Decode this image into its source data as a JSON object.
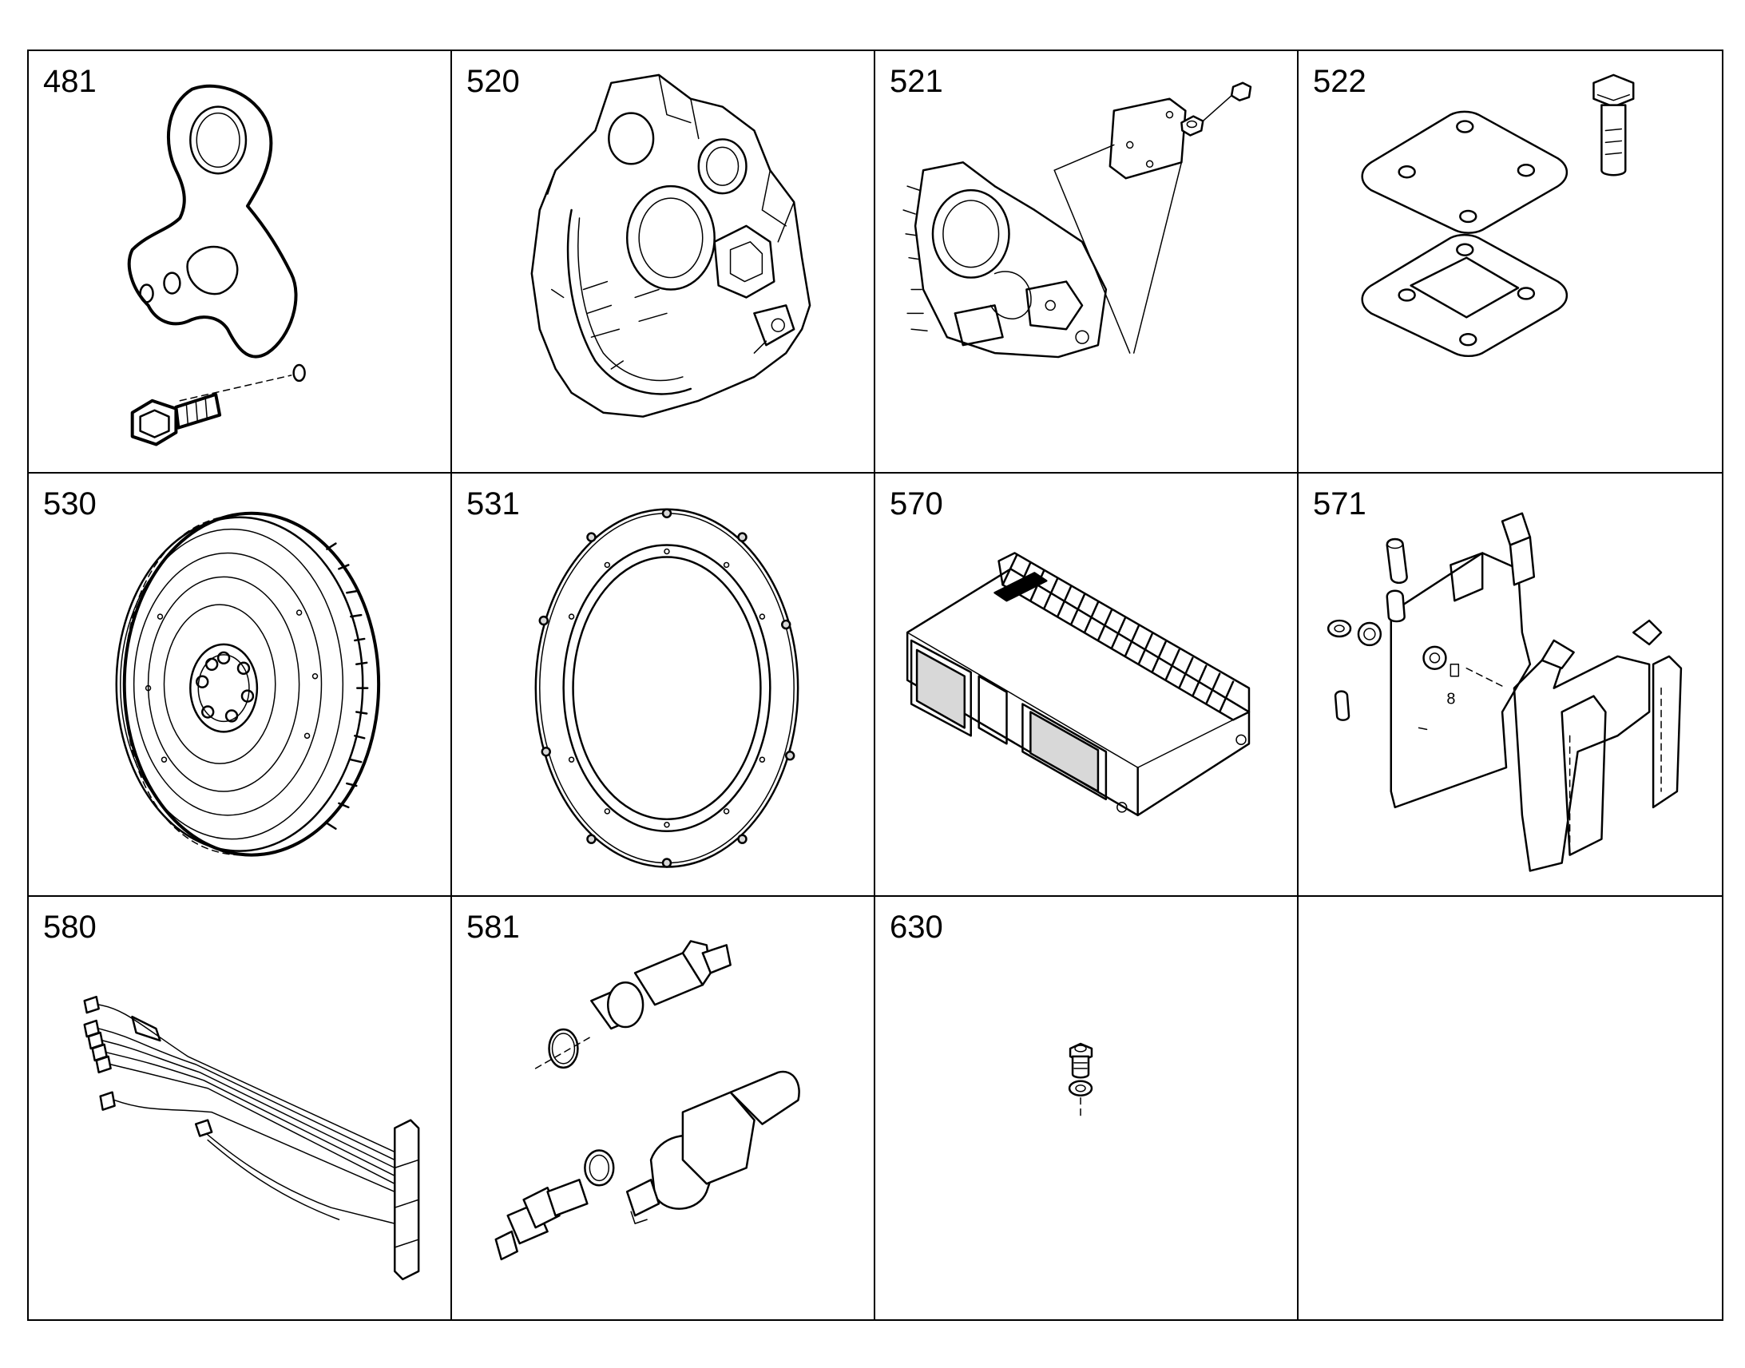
{
  "cells": [
    {
      "part_number": "481",
      "icon": "bracket-icon"
    },
    {
      "part_number": "520",
      "icon": "flywheel-housing-icon"
    },
    {
      "part_number": "521",
      "icon": "cover-plate-icon"
    },
    {
      "part_number": "522",
      "icon": "gasket-plate-icon"
    },
    {
      "part_number": "530",
      "icon": "flywheel-icon"
    },
    {
      "part_number": "531",
      "icon": "ring-flange-icon"
    },
    {
      "part_number": "570",
      "icon": "control-unit-icon"
    },
    {
      "part_number": "571",
      "icon": "mounting-bracket-icon"
    },
    {
      "part_number": "580",
      "icon": "wiring-harness-icon"
    },
    {
      "part_number": "581",
      "icon": "sensor-icon"
    },
    {
      "part_number": "630",
      "icon": "plug-screw-icon"
    },
    {
      "part_number": "",
      "icon": ""
    }
  ],
  "callouts": {
    "cell_571_label": "8"
  }
}
